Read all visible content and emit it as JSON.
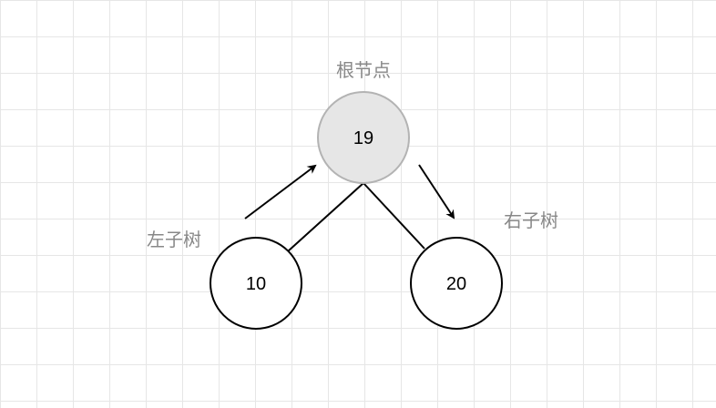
{
  "diagram": {
    "root": {
      "value": "19",
      "label": "根节点",
      "fill": "#e6e6e6",
      "stroke": "#b3b3b3"
    },
    "left": {
      "value": "10",
      "label": "左子树"
    },
    "right": {
      "value": "20",
      "label": "右子树"
    },
    "colors": {
      "grid": "#e6e6e6",
      "label_text": "#888888",
      "node_stroke": "#000000",
      "node_fill": "#ffffff"
    }
  }
}
